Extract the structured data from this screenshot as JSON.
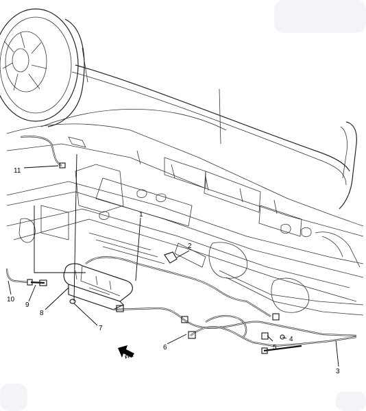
{
  "callouts": [
    {
      "id": "1",
      "label": "1"
    },
    {
      "id": "2",
      "label": "2"
    },
    {
      "id": "3",
      "label": "3"
    },
    {
      "id": "4",
      "label": "4"
    },
    {
      "id": "5",
      "label": "5"
    },
    {
      "id": "6",
      "label": "6"
    },
    {
      "id": "7",
      "label": "7"
    },
    {
      "id": "8",
      "label": "8"
    },
    {
      "id": "9",
      "label": "9"
    },
    {
      "id": "10",
      "label": "10"
    },
    {
      "id": "11",
      "label": "11"
    }
  ],
  "direction_indicator": {
    "label": "FRT",
    "icon": "front-arrow-icon"
  },
  "colors": {
    "line": "#222222",
    "background": "#ffffff",
    "corner_shade": "#f4f4f8"
  }
}
